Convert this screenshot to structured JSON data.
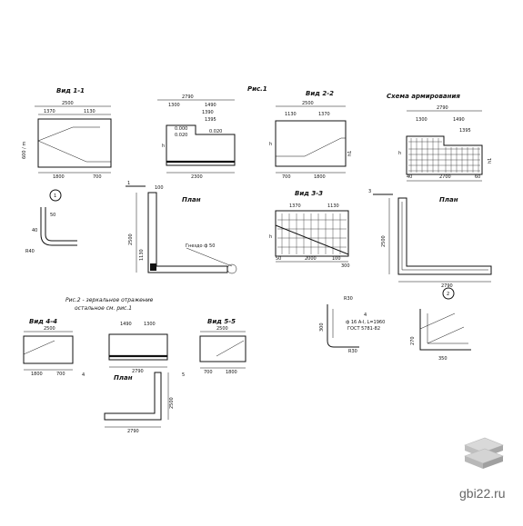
{
  "views": {
    "v11": {
      "title": "Вид 1-1",
      "d1": "2500",
      "d2": "1370",
      "d3": "1130",
      "d4": "1800",
      "d5": "700",
      "h": "600 / m"
    },
    "fig1": {
      "title": "Рис.1",
      "d1": "2790",
      "d2": "1300",
      "d3": "1490",
      "d4": "1390",
      "d5": "1395",
      "d6": "2300",
      "l1": "0.000",
      "l2": "0.020",
      "l3": "0.020",
      "h": "h"
    },
    "v22": {
      "title": "Вид 2-2",
      "d1": "2500",
      "d2": "1130",
      "d3": "1370",
      "d4": "700",
      "d5": "1800",
      "h1": "h",
      "h2": "h1"
    },
    "scheme": {
      "title": "Схема армирования",
      "d1": "2790",
      "d2": "1300",
      "d3": "1490",
      "d4": "1395",
      "d5": "40",
      "d6": "2700",
      "d7": "60",
      "h": "h",
      "h1": "h1"
    },
    "plan1": {
      "title": "План",
      "d1": "2500",
      "d2": "1130",
      "d3": "100",
      "note": "Гнездо ф 50",
      "m1": "1"
    },
    "v33": {
      "title": "Вид 3-3",
      "d1": "1370",
      "d2": "1130",
      "d3": "2000",
      "d4": "100",
      "d5": "300",
      "d6": "50",
      "h": "h"
    },
    "plan2": {
      "title": "План",
      "d1": "2790",
      "d2": "2500",
      "m3": "3"
    },
    "node1": {
      "mark": "1",
      "r": "R40",
      "d": "50",
      "e": "40"
    },
    "fig2": {
      "line1": "Рис.2 - зеркальное отражение",
      "line2": "остальное см. рис.1"
    },
    "v44": {
      "title": "Вид 4-4",
      "d1": "2500",
      "d2": "1800",
      "d3": "700"
    },
    "mid": {
      "d1": "1490",
      "d2": "1300",
      "d3": "2790"
    },
    "v55": {
      "title": "Вид 5-5",
      "d1": "2500",
      "d2": "700",
      "d3": "1800"
    },
    "plan3": {
      "title": "План",
      "d1": "2790",
      "d2": "2500",
      "m4": "4",
      "m5": "5"
    },
    "detail": {
      "r1": "R30",
      "r2": "R30",
      "d1": "300",
      "note1": "ф 16 A-I, L=1960",
      "note2": "ГОСТ 5781-82",
      "mark": "4"
    },
    "node2": {
      "d1": "350",
      "d2": "270",
      "mark": "2"
    }
  },
  "watermark": {
    "site": "gbi22.ru",
    "logo_icon": "stacked-slabs-icon"
  },
  "colors": {
    "line": "#111111",
    "background": "#ffffff",
    "watermark": "#666666"
  }
}
